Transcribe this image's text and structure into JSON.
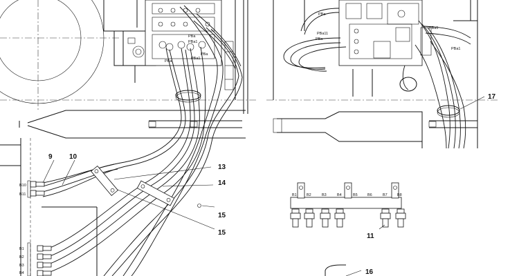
{
  "callouts": {
    "c9": "9",
    "c10": "10",
    "c11": "11",
    "c13": "13",
    "c14": "14",
    "c15a": "15",
    "c15b": "15",
    "c16": "16",
    "c17": "17"
  },
  "ports": {
    "left": [
      "B10",
      "B11",
      "B1",
      "B2",
      "B3",
      "B4"
    ],
    "valve_left": [
      "PBa",
      "PBa1",
      "PBa",
      "PBa1",
      "PBa"
    ],
    "valve_right": [
      "PBa",
      "PBa11",
      "PBa",
      "PBa1",
      "PBa1"
    ],
    "manifold": [
      "B1",
      "B2",
      "B3",
      "B4",
      "B5",
      "B6",
      "B7",
      "B8"
    ]
  }
}
